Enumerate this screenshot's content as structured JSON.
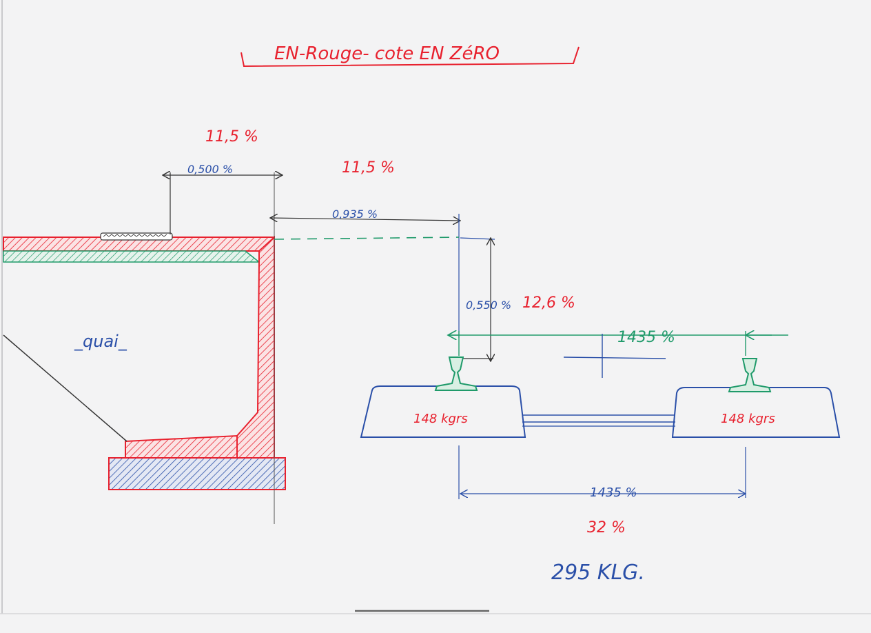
{
  "title": "EN-Rouge- cote EN ZéRO",
  "labels": {
    "platform_word": "_quai_",
    "top_red": "11,5 %",
    "top_blue": "0,500 %",
    "gap_red": "11,5 %",
    "gap_blue": "0,935 %",
    "height_blue": "0,550 %",
    "height_red": "12,6 %",
    "gauge_green": "1435 %",
    "sleeper_left_weight": "148 kgrs",
    "sleeper_right_weight": "148 kgrs",
    "bottom_blue": "1435 %",
    "bottom_red": "32 %",
    "total_weight": "295 KLG."
  },
  "colors": {
    "red": "#e8212e",
    "blue": "#2a4fa8",
    "green": "#1f9a6a",
    "black": "#333333",
    "paper": "#f3f3f4"
  }
}
